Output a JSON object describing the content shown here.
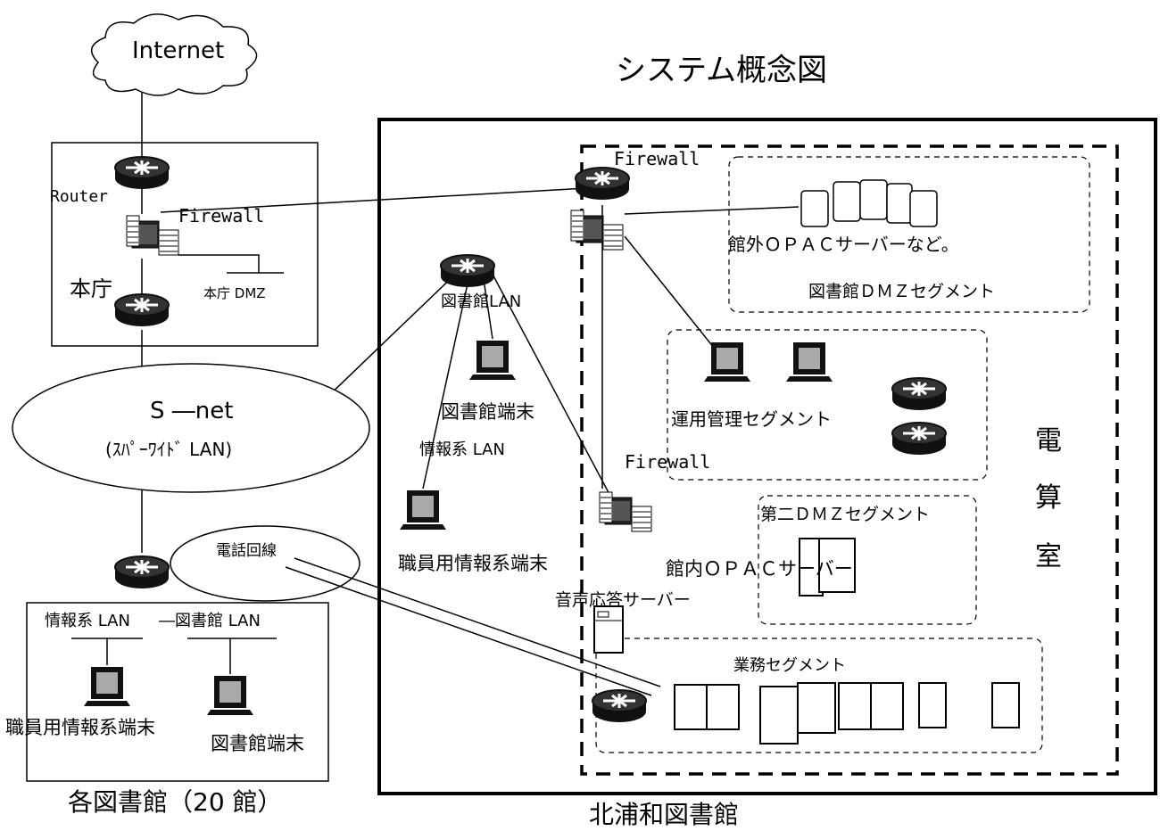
{
  "title": "システム概念図",
  "labels": {
    "internet": "Internet",
    "router": "Router",
    "firewall_main": "Firewall",
    "honcho": "本庁",
    "honcho_dmz": "本庁 DMZ",
    "snet": "S ―net",
    "snet_sub": "(ｽﾊﾟｰﾜｲﾄﾞ LAN)",
    "phone_line": "電話回線",
    "library_lan_top": "図書館LAN",
    "library_terminal_center": "図書館端末",
    "info_lan_center": "情報系 LAN",
    "staff_terminal_center": "職員用情報系端末",
    "firewall_top": "Firewall",
    "firewall_mid": "Firewall",
    "opac_external": "館外ＯＰＡＣサーバーなど。",
    "library_dmz_segment": "図書館ＤＭＺセグメント",
    "ops_segment": "運用管理セグメント",
    "second_dmz": "第二ＤＭＺセグメント",
    "opac_internal": "館内ＯＰＡＣサーバー",
    "voice_server": "音声応答サーバー",
    "business_segment": "業務セグメント",
    "computer_room": [
      "電",
      "算",
      "室"
    ],
    "branch_info_lan": "情報系 LAN",
    "branch_library_lan": "図書館 LAN",
    "branch_staff_terminal": "職員用情報系端末",
    "branch_library_terminal": "図書館端末",
    "branch_caption": "各図書館（20 館）",
    "kitaurawa_caption": "北浦和図書館"
  }
}
